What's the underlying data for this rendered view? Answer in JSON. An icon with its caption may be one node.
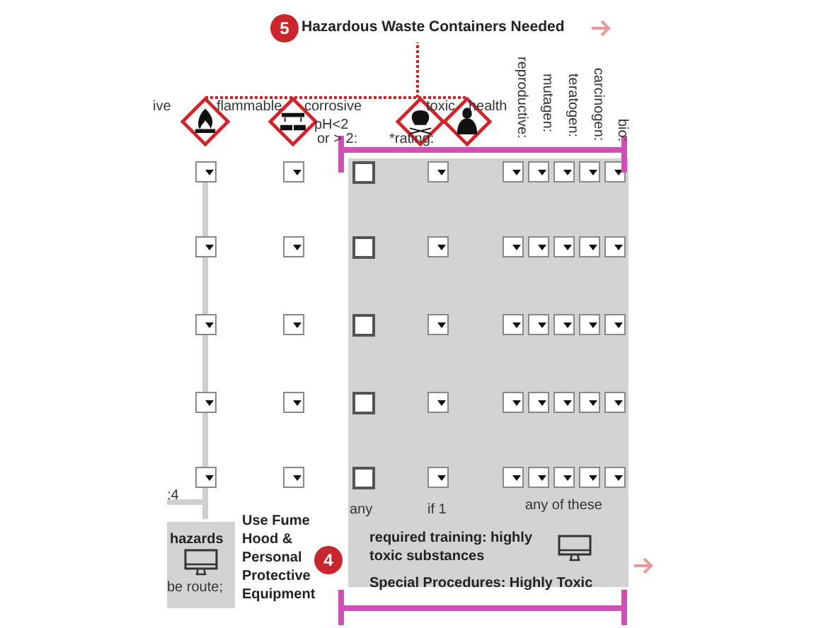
{
  "diagram": {
    "nodes": [
      {
        "text": [
          "5"
        ]
      },
      {
        "text": [
          "Hazardous Waste Containers Needed"
        ]
      },
      {
        "text": [],
        "shape": "diamond"
      },
      {
        "text": [],
        "shape": "diamond"
      },
      {
        "text": [],
        "shape": "diamond"
      },
      {
        "text": [],
        "shape": "diamond"
      },
      {
        "text": [
          "hazards",
          "be route;"
        ]
      },
      {
        "text": [
          "4"
        ],
        "beside": [
          "Use Fume Hood & Personal Protective Equipment"
        ]
      },
      {
        "text": [
          "required training: highly toxic substances",
          "Special Procedures: Highly Toxic"
        ]
      }
    ],
    "edges": [
      {
        "from": 1,
        "to": 2,
        "arrow": "none",
        "style": "dashed",
        "color": "#c8262c"
      },
      {
        "from": 1,
        "to": 3,
        "arrow": "none",
        "style": "dashed",
        "color": "#c8262c"
      },
      {
        "from": 1,
        "to": 4,
        "arrow": "none",
        "style": "dashed",
        "color": "#c8262c"
      },
      {
        "from": 1,
        "to": 5,
        "arrow": "none",
        "style": "dashed",
        "color": "#c8262c"
      }
    ],
    "labels": [
      "ive",
      "flammable",
      "corrosive",
      "toxic",
      "health",
      "reproductive:",
      "mutagen:",
      "teratogen:",
      "carcinogen:",
      "bio:",
      "pH<2",
      "or > 2:",
      "*rating:",
      ":4",
      "any",
      "if 1",
      "any of these"
    ]
  }
}
